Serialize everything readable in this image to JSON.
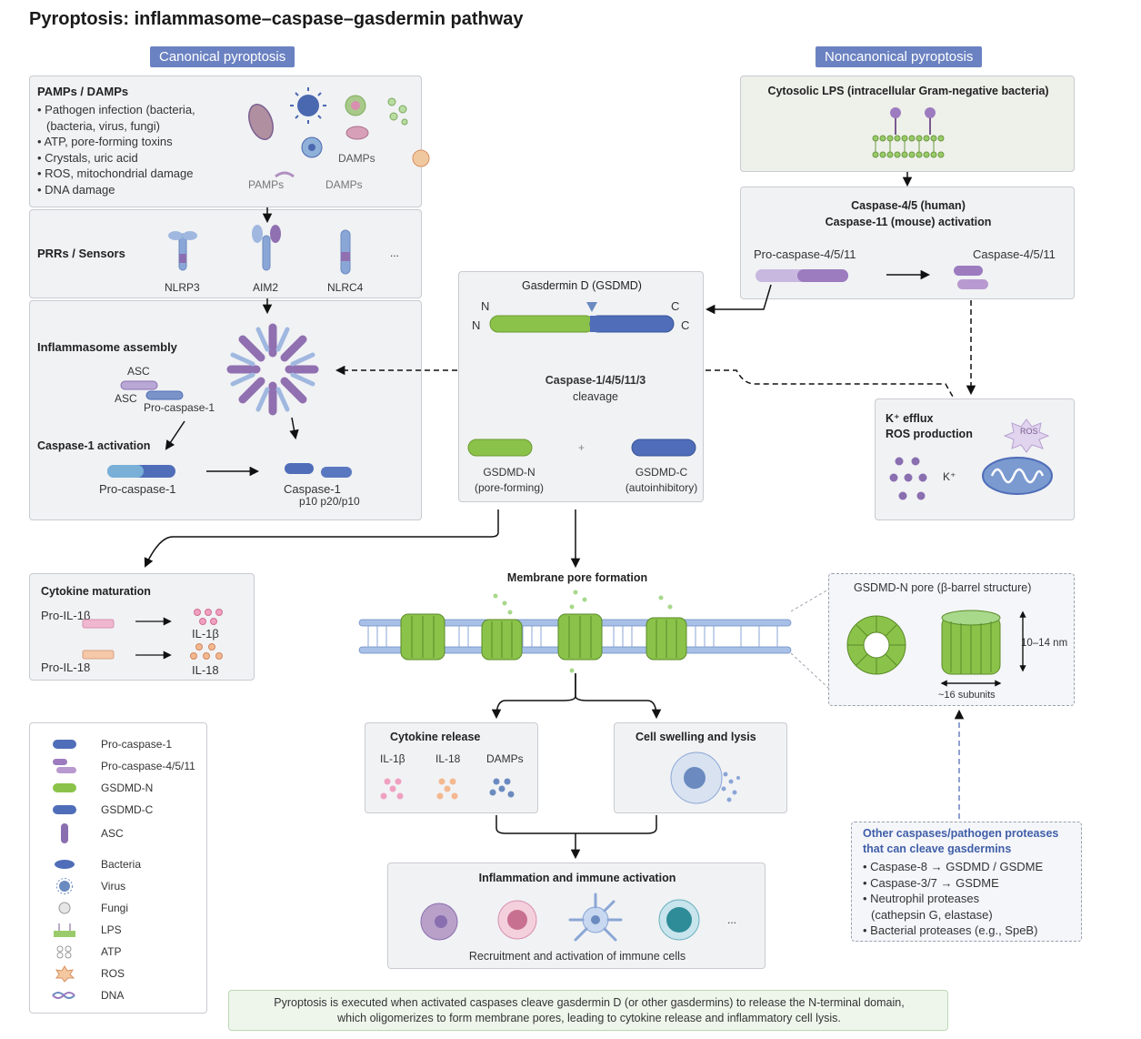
{
  "title": "Pyroptosis: inflammasome–caspase–gasdermin pathway",
  "headers": {
    "canonical": "Canonical pyroptosis",
    "noncanonical": "Noncanonical pyroptosis"
  },
  "pamps": {
    "title": "PAMPs / DAMPs",
    "items": [
      "• Pathogen infection (bacteria,",
      "  (bacteria, virus, fungi)",
      "• ATP, pore-forming toxins",
      "• Crystals, uric acid",
      "• ROS, mitochondrial damage",
      "• DNA damage"
    ],
    "img_labels": {
      "pamps": "PAMPs",
      "damps1": "DAMPs",
      "damps2": "DAMPs"
    }
  },
  "prrs": {
    "title": "PRRs / Sensors",
    "sensors": [
      "NLRP3",
      "AIM2",
      "NLRC4"
    ],
    "more": "..."
  },
  "inflammasome": {
    "title": "Inflammasome assembly",
    "asc1": "ASC",
    "asc2": "ASC",
    "procasp": "Pro-caspase-1",
    "activation": "Caspase-1 activation",
    "procasp1_label": "Pro-caspase-1",
    "casp1_label": "Caspase-1",
    "casp1_sub": "p10 p20/p10"
  },
  "lps": {
    "title": "Cytosolic LPS (intracellular Gram-negative bacteria)"
  },
  "casp45": {
    "title_line1": "Caspase-4/5 (human)",
    "title_line2": "Caspase-11 (mouse) activation",
    "pro_label": "Pro-caspase-4/5/11",
    "active_label": "Caspase-4/5/11"
  },
  "gsdmd": {
    "title": "Gasdermin D (GSDMD)",
    "n1": "N",
    "n2": "N",
    "c1": "C",
    "c2": "C",
    "cleavage1": "Caspase-1/4/5/11/3",
    "cleavage2": "cleavage",
    "plus": "+",
    "n_label1": "GSDMD-N",
    "n_label2": "(pore-forming)",
    "c_label1": "GSDMD-C",
    "c_label2": "(autoinhibitory)"
  },
  "kefflux": {
    "line1": "K⁺ efflux",
    "line2": "ROS production",
    "k_label": "K⁺",
    "ros_label": "ROS"
  },
  "cytokine_maturation": {
    "title": "Cytokine maturation",
    "pro_il1b": "Pro-IL-1β",
    "il1b": "IL-1β",
    "pro_il18": "Pro-IL-18",
    "il18": "IL-18"
  },
  "membrane": {
    "title": "Membrane pore formation"
  },
  "pore": {
    "title": "GSDMD-N pore (β-barrel structure)",
    "height": "10–14 nm",
    "subunits": "~16 subunits"
  },
  "legend": {
    "items": [
      "Pro-caspase-1",
      "Pro-caspase-4/5/11",
      "GSDMD-N",
      "GSDMD-C",
      "ASC",
      "Bacteria",
      "Virus",
      "Fungi",
      "LPS",
      "ATP",
      "ROS",
      "DNA"
    ]
  },
  "cytokine_release": {
    "title": "Cytokine release",
    "labels": [
      "IL-1β",
      "IL-18",
      "DAMPs"
    ]
  },
  "lysis": {
    "title": "Cell swelling and lysis"
  },
  "inflammation": {
    "title": "Inflammation and immune activation",
    "subtitle": "Recruitment and activation of immune cells",
    "more": "..."
  },
  "other": {
    "title1": "Other caspases/pathogen proteases",
    "title2": "that can cleave gasdermins",
    "items": [
      "• Caspase-8 → GSDMD / GSDME",
      "• Caspase-3/7 → GSDME",
      "• Neutrophil proteases",
      "  (cathepsin G, elastase)",
      "• Bacterial proteases (e.g., SpeB)"
    ]
  },
  "summary": {
    "line1": "Pyroptosis is executed when activated caspases cleave gasdermin D (or other gasdermins) to release the N-terminal domain,",
    "line2": "which oligomerizes to form membrane pores, leading to cytokine release and inflammatory cell lysis."
  },
  "colors": {
    "header": "#6b82c2",
    "gsdmd_n": "#8bc34a",
    "gsdmd_c": "#4f6db8",
    "procasp45": "#9c7bbf",
    "asc": "#8a6fb0",
    "other_title": "#3f5ea8"
  }
}
